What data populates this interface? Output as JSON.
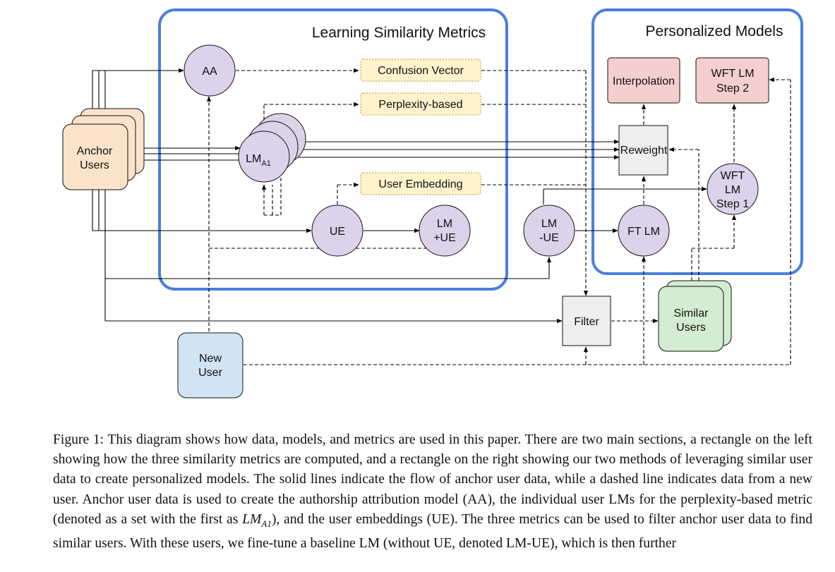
{
  "diagram": {
    "sections": {
      "left_title": "Learning Similarity Metrics",
      "right_title": "Personalized Models"
    },
    "nodes": {
      "aa": "AA",
      "lm_a1_main": "LM",
      "lm_a1_sub": "A1",
      "ue": "UE",
      "lm_ue_line1": "LM",
      "lm_ue_line2": "+UE",
      "lm_minus_ue_line1": "LM",
      "lm_minus_ue_line2": "-UE",
      "ft_lm": "FT LM",
      "wft_step1_line1": "WFT",
      "wft_step1_line2": "LM",
      "wft_step1_line3": "Step 1",
      "interpolation": "Interpolation",
      "wft_step2_line1": "WFT LM",
      "wft_step2_line2": "Step 2",
      "reweight": "Reweight",
      "filter": "Filter",
      "anchor_users_line1": "Anchor",
      "anchor_users_line2": "Users",
      "similar_users_line1": "Similar",
      "similar_users_line2": "Users",
      "new_user_line1": "New",
      "new_user_line2": "User"
    },
    "metrics": {
      "confusion_vector": "Confusion Vector",
      "perplexity_based": "Perplexity-based",
      "user_embedding": "User Embedding"
    },
    "colors": {
      "section_border": "#4a7fdc",
      "circle_fill": "#dcd2e9",
      "anchor_fill": "#fbe3c9",
      "similar_fill": "#d4ecd2",
      "new_user_fill": "#d2e3f3",
      "metric_fill": "#fff3cc",
      "model_fill": "#f5cece",
      "op_fill": "#eeeeee"
    }
  },
  "caption": {
    "part1": "Figure 1: This diagram shows how data, models, and metrics are used in this paper. There are two main sections, a rectangle on the left showing how the three similarity metrics are computed, and a rectangle on the right showing our two methods of leveraging similar user data to create personalized models. The solid lines indicate the flow of anchor user data, while a dashed line indicates data from a new user. Anchor user data is used to create the authorship attribution model (AA), the individual user LMs for the perplexity-based metric (denoted as a set with the first as ",
    "math": "LM",
    "math_sub": "A1",
    "part2": "), and the user embeddings (UE). The three metrics can be used to filter anchor user data to find similar users. With these users, we fine-tune a baseline LM (without UE, denoted LM-UE), which is then further"
  }
}
